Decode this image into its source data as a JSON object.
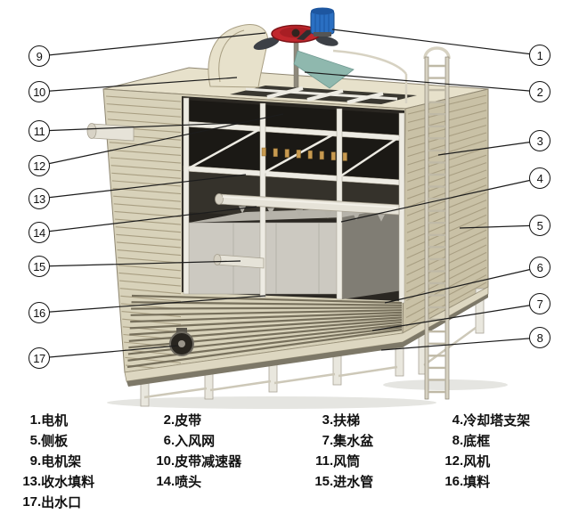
{
  "colors": {
    "bg": "#ffffff",
    "line": "#1c1c1c",
    "body": "#d8d2ba",
    "body_shade": "#c9c1a6",
    "body_light": "#e7e1cb",
    "body_edge": "#8f8772",
    "slat": "#a89e82",
    "mesh_slat": "#77705c",
    "opening_dark": "#3a3831",
    "interior_dark": "#2a2722",
    "fill_dark": "#1b1915",
    "mid_dark": "#35322b",
    "fill_light": "#ccc9c1",
    "fill_top": "#b6b3aa",
    "fill_side": "#807d74",
    "frame_white": "#edebe3",
    "frame_edge": "#a49e8e",
    "pipe": "#e6e3d8",
    "pipe_edge": "#a8a292",
    "fan_red": "#c1272d",
    "fan_red_dark": "#7d1418",
    "fan_dark": "#3c4046",
    "motor_blue": "#2a6fc2",
    "motor_edge": "#164a86",
    "blade_teal": "#8fb8ae",
    "nozzle_amber": "#c89a50",
    "ladder": "#d7d2c2",
    "ladder_edge": "#8a8372",
    "rung": "#bfb9a6",
    "leg": "#e9e7de",
    "leg_edge": "#a9a496",
    "brace": "#cdc8b8",
    "basin": "#ddd7c1",
    "basin_shadow": "#7d7868",
    "wheel": "#28251f",
    "wheel_edge": "#6e6a60",
    "shadow": "#e5e5e1"
  },
  "callouts": {
    "left": [
      {
        "n": "9"
      },
      {
        "n": "10"
      },
      {
        "n": "11"
      },
      {
        "n": "12"
      },
      {
        "n": "13"
      },
      {
        "n": "14"
      },
      {
        "n": "15"
      },
      {
        "n": "16"
      },
      {
        "n": "17"
      }
    ],
    "right": [
      {
        "n": "1"
      },
      {
        "n": "2"
      },
      {
        "n": "3"
      },
      {
        "n": "4"
      },
      {
        "n": "5"
      },
      {
        "n": "6"
      },
      {
        "n": "7"
      },
      {
        "n": "8"
      }
    ]
  },
  "legend": {
    "separator": ".",
    "items": [
      {
        "num": "1",
        "name": "电机"
      },
      {
        "num": "2",
        "name": "皮带"
      },
      {
        "num": "3",
        "name": "扶梯"
      },
      {
        "num": "4",
        "name": "冷却塔支架"
      },
      {
        "num": "5",
        "name": "侧板"
      },
      {
        "num": "6",
        "name": "入风网"
      },
      {
        "num": "7",
        "name": "集水盆"
      },
      {
        "num": "8",
        "name": "底框"
      },
      {
        "num": "9",
        "name": "电机架"
      },
      {
        "num": "10",
        "name": "皮带减速器"
      },
      {
        "num": "11",
        "name": "风筒"
      },
      {
        "num": "12",
        "name": "风机"
      },
      {
        "num": "13",
        "name": "收水填料"
      },
      {
        "num": "14",
        "name": "喷头"
      },
      {
        "num": "15",
        "name": "进水管"
      },
      {
        "num": "16",
        "name": "填料"
      },
      {
        "num": "17",
        "name": "出水口"
      }
    ]
  }
}
